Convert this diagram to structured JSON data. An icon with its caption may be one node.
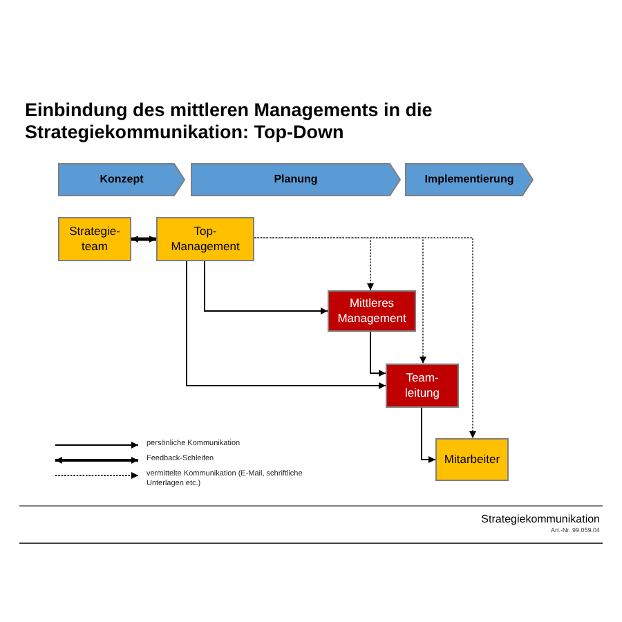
{
  "diagram": {
    "title": "Einbindung des mittleren Managements in die Strategiekommunikation: Top-Down",
    "nodes": [
      {
        "text": [
          "Konzept"
        ]
      },
      {
        "text": [
          "Planung"
        ]
      },
      {
        "text": [
          "Implementierung"
        ]
      },
      {
        "text": [
          "Strategie-team"
        ]
      },
      {
        "text": [
          "Top-Management"
        ]
      },
      {
        "text": [
          "Mittleres Management"
        ]
      },
      {
        "text": [
          "Team-leitung"
        ]
      },
      {
        "text": [
          "Mitarbeiter"
        ]
      }
    ],
    "edges": [
      {
        "from": 3,
        "to": 4,
        "arrow": "both",
        "style": "thick"
      },
      {
        "from": 4,
        "to": 5,
        "arrow": "to"
      },
      {
        "from": 4,
        "to": 6,
        "arrow": "to"
      },
      {
        "from": 5,
        "to": 6,
        "arrow": "to"
      },
      {
        "from": 6,
        "to": 7,
        "arrow": "to"
      },
      {
        "from": 4,
        "to": 5,
        "arrow": "to",
        "style": "dashed"
      },
      {
        "from": 4,
        "to": 6,
        "arrow": "to",
        "style": "dashed"
      },
      {
        "from": 4,
        "to": 7,
        "arrow": "to",
        "style": "dashed"
      }
    ],
    "labels": [
      "Strategiekommunikation",
      "Art.-Nr. 99.059.04"
    ],
    "legend": [
      {
        "text": "persönliche Kommunikation"
      },
      {
        "text": "Feedback-Schleifen"
      },
      {
        "text": "vermittelte Kommunikation (E-Mail, schriftliche Unterlagen etc.)"
      }
    ]
  }
}
